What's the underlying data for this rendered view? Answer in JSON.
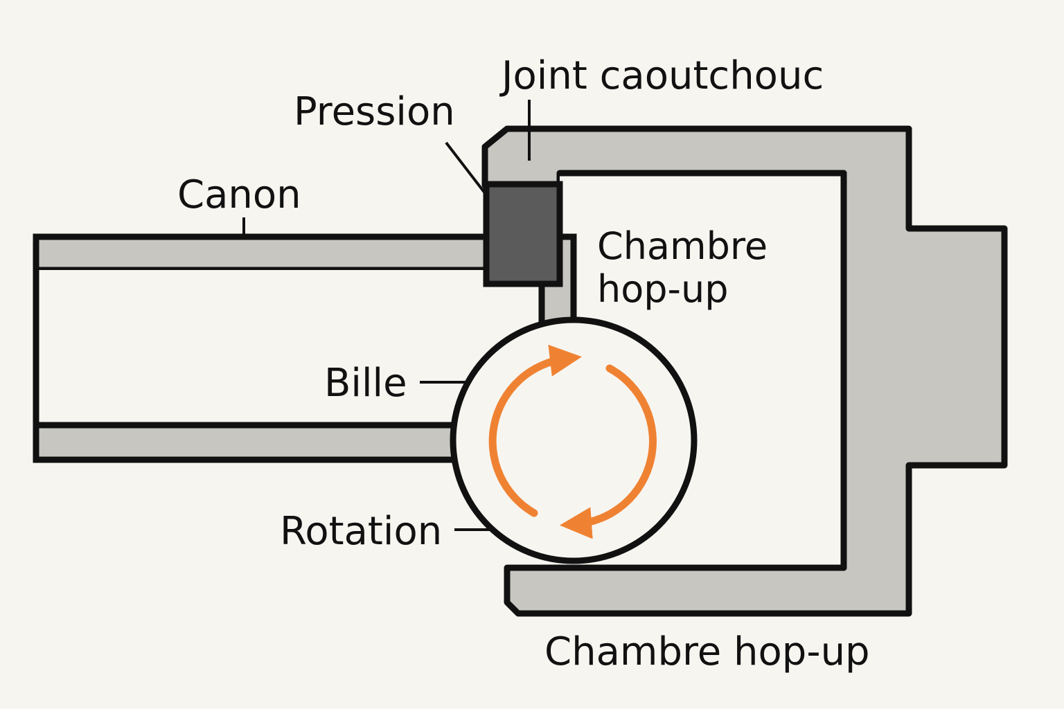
{
  "labels": {
    "joint": "Joint caoutchouc",
    "pression": "Pression",
    "canon": "Canon",
    "chambre_line1": "Chambre",
    "chambre_line2": "hop-up",
    "bille": "Bille",
    "rotation": "Rotation",
    "chambre_bottom": "Chambre hop-up"
  },
  "colors": {
    "background": "#f7f5f0",
    "outline": "#111111",
    "gray_part": "#c7c6c1",
    "dark_joint": "#5b5b5b",
    "arrow": "#ef8232",
    "ball_fill": "#f7f5f0"
  },
  "icons": [
    "rotation-arrows-icon"
  ]
}
